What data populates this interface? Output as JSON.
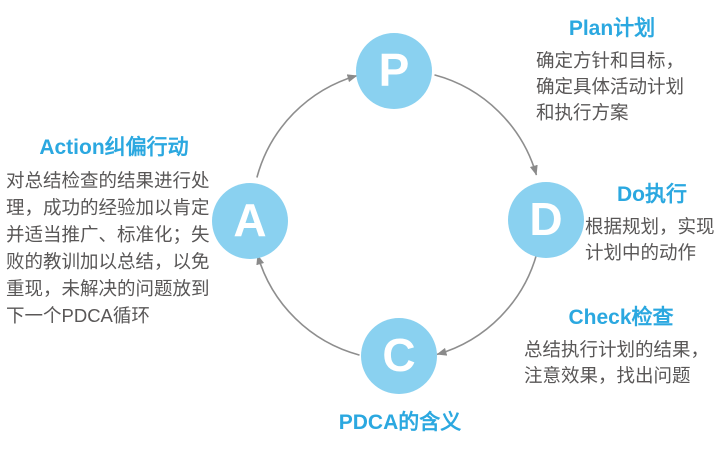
{
  "diagram": {
    "title": "PDCA的含义",
    "nodes": [
      {
        "letter": "P"
      },
      {
        "letter": "D"
      },
      {
        "letter": "C"
      },
      {
        "letter": "A"
      }
    ],
    "sections": {
      "plan": {
        "title": "Plan计划",
        "lines": [
          "确定方针和目标，",
          "确定具体活动计划",
          "和执行方案"
        ]
      },
      "do": {
        "title": "Do执行",
        "lines": [
          "根据规划，实现",
          "计划中的动作"
        ]
      },
      "check": {
        "title": "Check检查",
        "lines": [
          "总结执行计划的结果，",
          "注意效果，找出问题"
        ]
      },
      "action": {
        "title": "Action纠偏行动",
        "lines": [
          "对总结检查的结果进行处",
          "理，成功的经验加以肯定",
          "并适当推广、标准化；失",
          "败的教训加以总结，以免",
          "重现，未解决的问题放到",
          "下一个PDCA循环"
        ]
      }
    },
    "colors": {
      "node_fill": "#8AD1F0",
      "heading": "#2BA8E0",
      "body_text": "#595757",
      "arrow": "#8E8E8E",
      "background": "#FFFFFF"
    }
  }
}
